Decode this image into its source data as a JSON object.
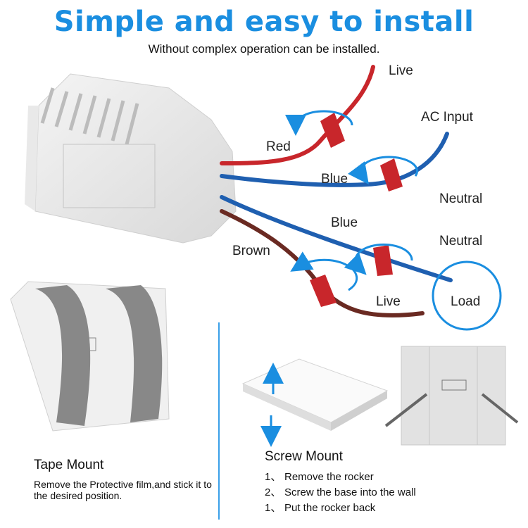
{
  "header": {
    "title": "Simple and easy to install",
    "subtitle": "Without complex operation can be installed."
  },
  "wiring": {
    "labels": {
      "live_top": "Live",
      "ac_input": "AC Input",
      "red": "Red",
      "blue_1": "Blue",
      "neutral_1": "Neutral",
      "blue_2": "Blue",
      "neutral_2": "Neutral",
      "brown": "Brown",
      "live_bottom": "Live",
      "load": "Load"
    },
    "colors": {
      "accent": "#1a8ee0",
      "red_wire": "#c8262b",
      "blue_wire": "#1f5fb0",
      "brown_wire": "#6a2a22"
    }
  },
  "tape_mount": {
    "title": "Tape Mount",
    "description": "Remove the Protective film,and stick it to the desired position."
  },
  "screw_mount": {
    "title": "Screw Mount",
    "steps": [
      {
        "num": "1、",
        "text": "Remove the rocker"
      },
      {
        "num": "2、",
        "text": "Screw the base into the wall"
      },
      {
        "num": "1、",
        "text": "Put the rocker back"
      }
    ]
  }
}
